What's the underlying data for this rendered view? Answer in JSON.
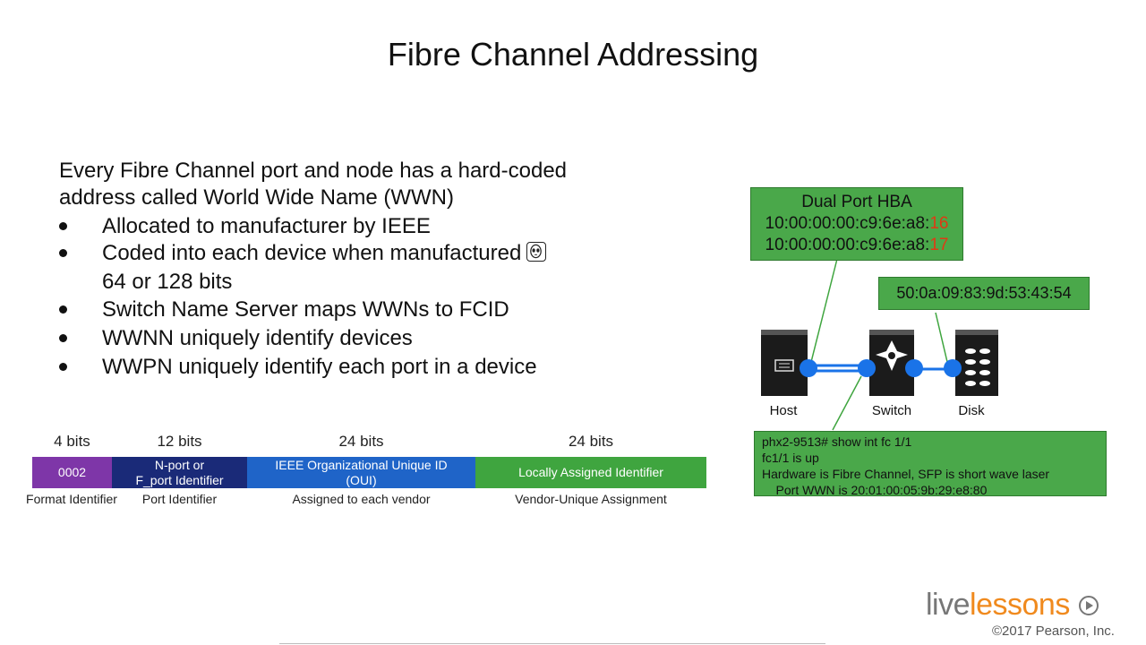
{
  "title": "Fibre Channel Addressing",
  "intro": "Every Fibre Channel port and node has a hard-coded address called World Wide Name (WWN)",
  "bullets": [
    "Allocated to manufacturer by IEEE",
    " Coded into each device when manufactured",
    "64 or 128 bits",
    "Switch Name Server maps WWNs to FCID",
    "WWNN uniquely identify devices",
    "WWPN uniquely identify each port in a device"
  ],
  "wwn_format": [
    {
      "bits": "4 bits",
      "label": "0002",
      "label2": "",
      "sub": "Format Identifier",
      "color": "#7e36a8"
    },
    {
      "bits": "12 bits",
      "label": "N-port or",
      "label2": "F_port Identifier",
      "sub": "Port Identifier",
      "color": "#1a2a78"
    },
    {
      "bits": "24 bits",
      "label": "IEEE Organizational Unique ID",
      "label2": "(OUI)",
      "sub": "Assigned to each vendor",
      "color": "#1f64c8"
    },
    {
      "bits": "24 bits",
      "label": "Locally Assigned Identifier",
      "label2": "",
      "sub": "Vendor-Unique Assignment",
      "color": "#3fa53f"
    }
  ],
  "diagram": {
    "hba_title": "Dual Port HBA",
    "hba_wwn1_prefix": "10:00:00:00:c9:6e:a8:",
    "hba_wwn1_suffix": "16",
    "hba_wwn2_prefix": "10:00:00:00:c9:6e:a8:",
    "hba_wwn2_suffix": "17",
    "disk_wwn": "50:0a:09:83:9d:53:43:54",
    "devices": [
      "Host",
      "Switch",
      "Disk"
    ],
    "cli": [
      "phx2-9513# show int fc 1/1",
      "fc1/1 is up",
      "Hardware is Fibre Channel, SFP is short wave laser",
      "    Port WWN is 20:01:00:05:9b:29:e8:80"
    ]
  },
  "brand": {
    "part1": "live",
    "part2": "lessons",
    "copyright": "©2017 Pearson, Inc."
  },
  "colors": {
    "green_box": "#4aa84a",
    "highlight": "#e03a14",
    "port_dot": "#1a73e8",
    "brand_orange": "#f08a1e"
  }
}
